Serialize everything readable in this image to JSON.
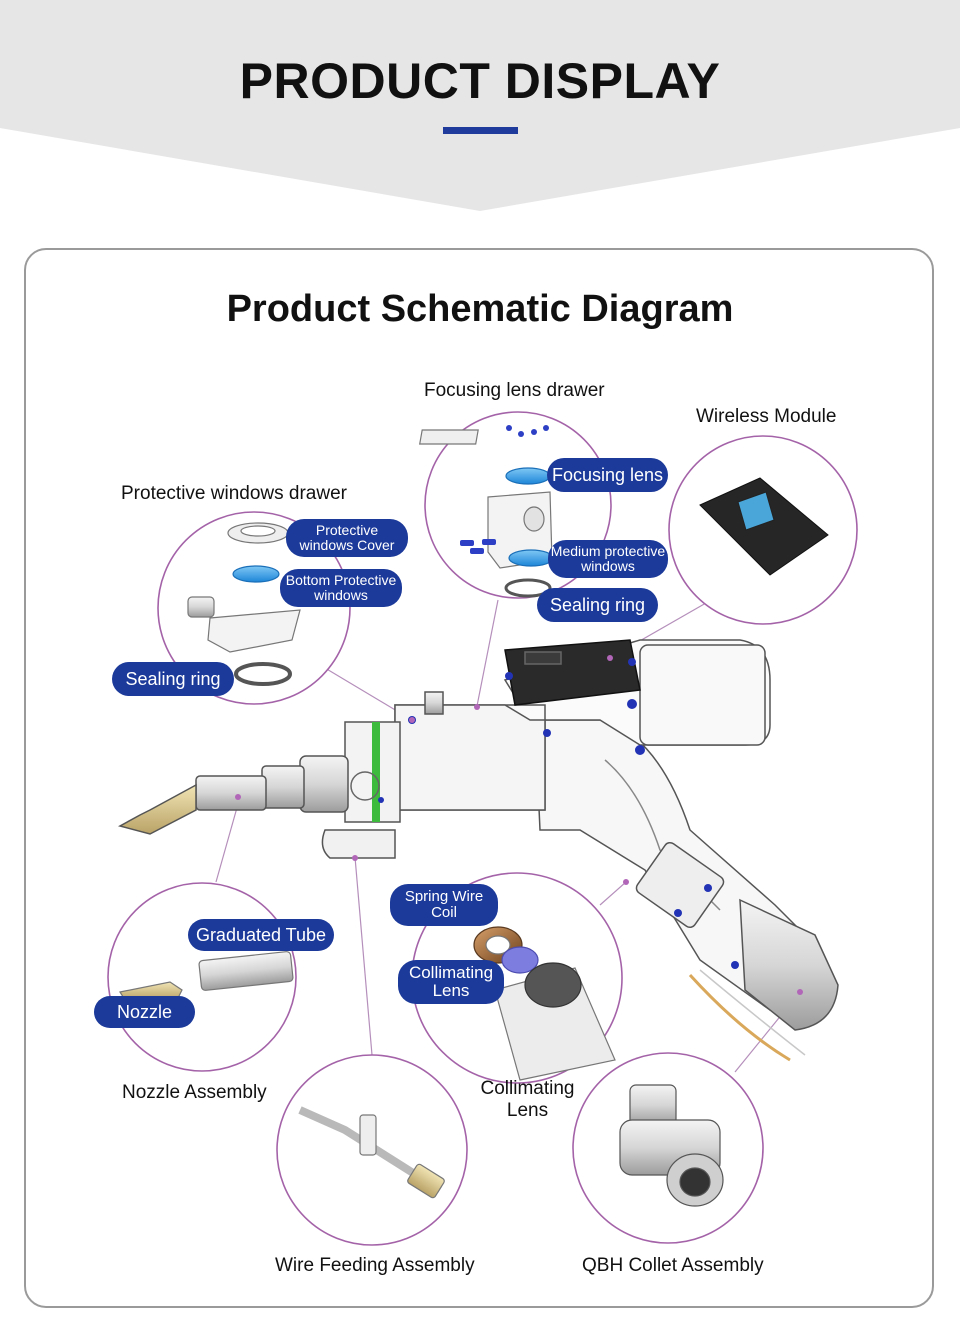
{
  "header": {
    "title": "PRODUCT DISPLAY"
  },
  "diagram": {
    "title": "Product Schematic Diagram",
    "groups": {
      "focusing_lens_drawer": "Focusing lens drawer",
      "wireless_module": "Wireless Module",
      "protective_windows_drawer": "Protective windows drawer",
      "nozzle_assembly": "Nozzle Assembly",
      "collimating_lens": "Collimating\nLens",
      "wire_feeding_assembly": "Wire Feeding Assembly",
      "qbh_collet_assembly": "QBH Collet Assembly"
    },
    "parts": {
      "focusing_lens": "Focusing lens",
      "medium_protective_windows": "Medium protective\nwindows",
      "sealing_ring_focus": "Sealing ring",
      "protective_windows_cover": "Protective\nwindows Cover",
      "bottom_protective_windows": "Bottom Protective\nwindows",
      "sealing_ring_protective": "Sealing ring",
      "graduated_tube": "Graduated Tube",
      "nozzle": "Nozzle",
      "spring_wire_coil": "Spring Wire\nCoil",
      "collimating_lens_part": "Collimating\nLens"
    }
  },
  "colors": {
    "accent_blue": "#1c3a9a",
    "underline_blue": "#1f3b9c",
    "callout_purple": "#a463a8",
    "banner_gray": "#e6e6e6",
    "green_band": "#3dbb3d"
  }
}
